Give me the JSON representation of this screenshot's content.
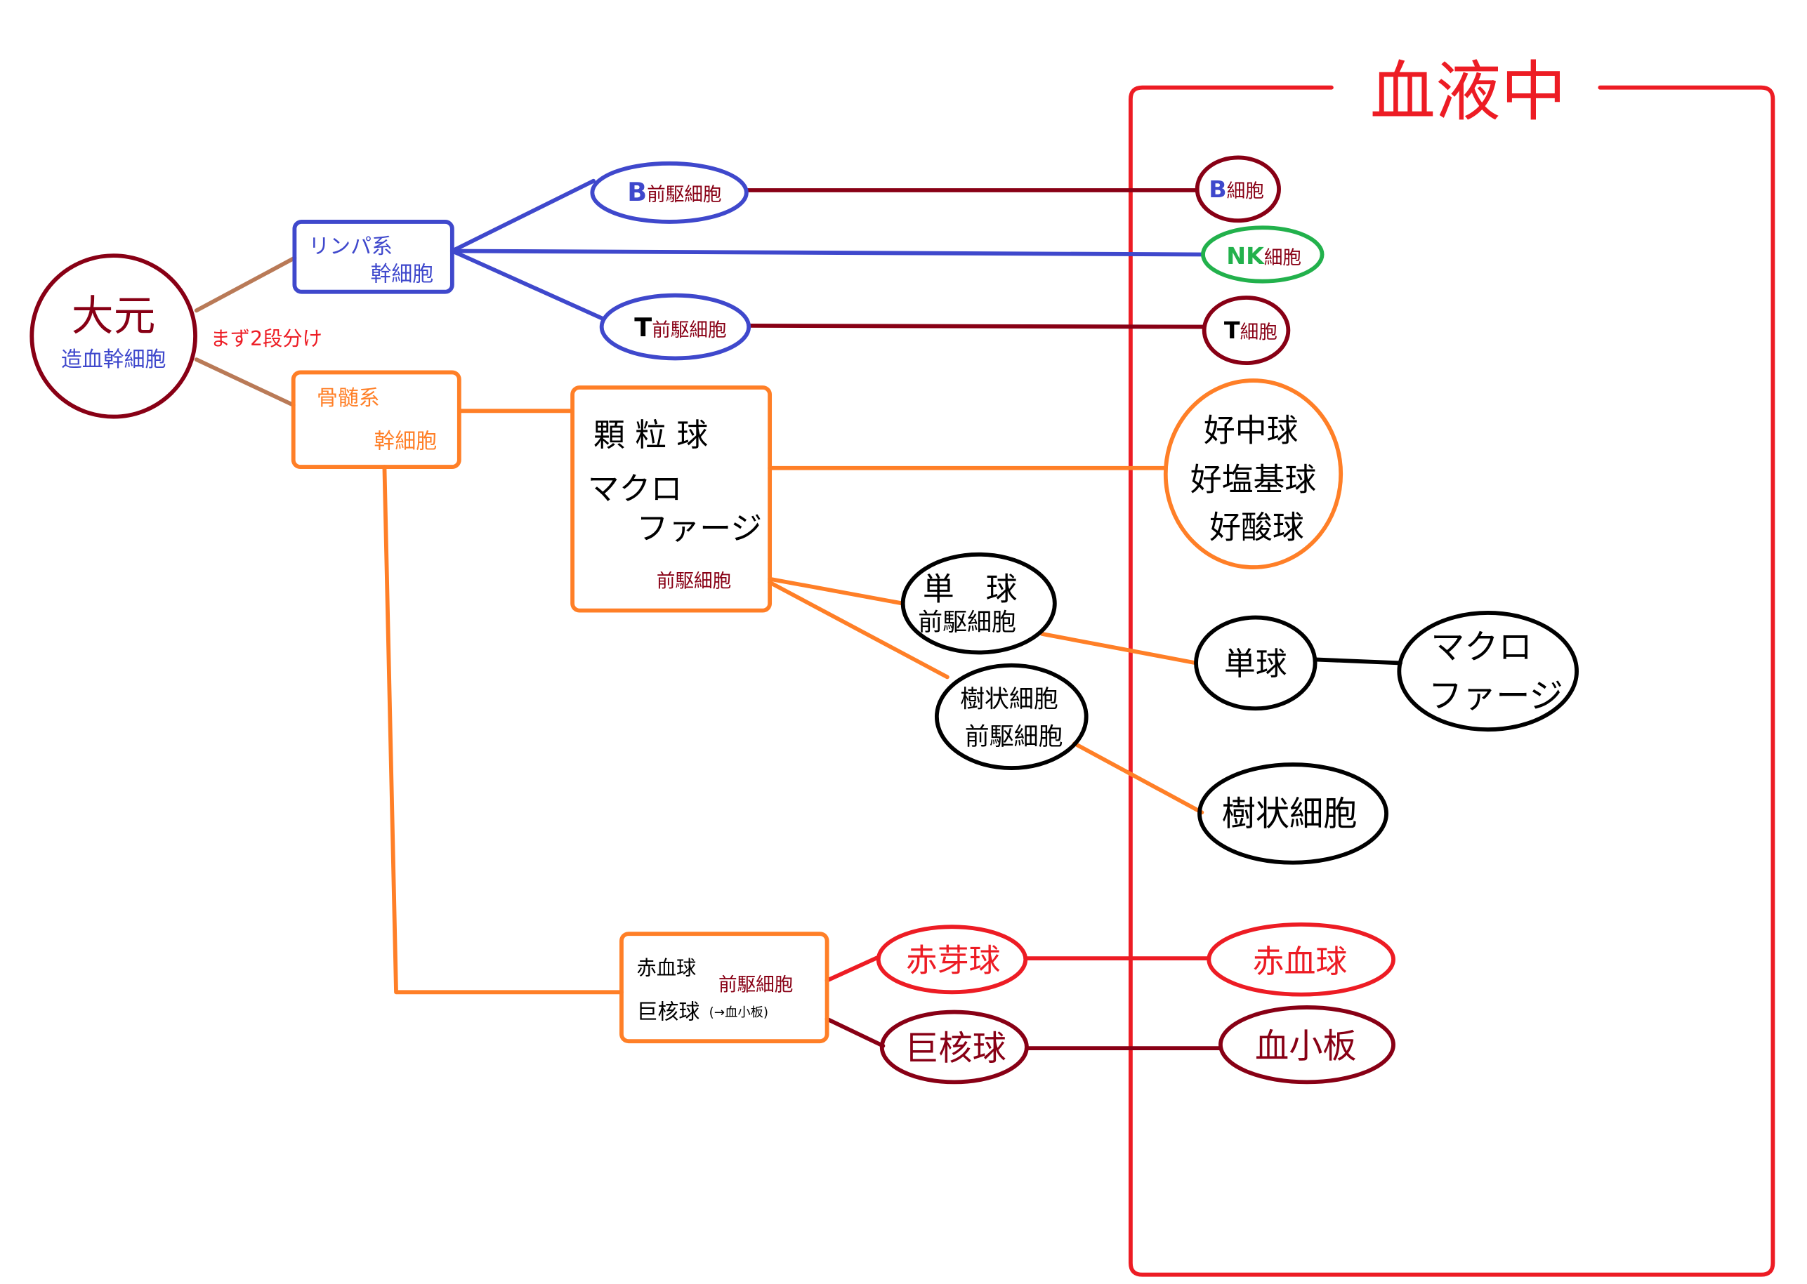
{
  "colors": {
    "blue": "#3f48cc",
    "dark_red": "#880015",
    "red": "#ed1c24",
    "orange": "#ff7f27",
    "brown": "#b97a57",
    "green": "#22b14c",
    "black": "#000000"
  },
  "blood": {
    "title": "血液中"
  },
  "root": {
    "title": "大元",
    "subtitle": "造血幹細胞",
    "note": "まず2段分け"
  },
  "lymphoid": {
    "line1": "リンパ系",
    "line2": "幹細胞"
  },
  "b_progenitor": {
    "letter": "B",
    "label": "前駆細胞"
  },
  "b_cell": {
    "letter": "B",
    "label": "細胞"
  },
  "nk_cell": {
    "letter": "NK",
    "label": "細胞"
  },
  "t_progenitor": {
    "letter": "T",
    "label": "前駆細胞"
  },
  "t_cell": {
    "letter": "T",
    "label": "細胞"
  },
  "myeloid": {
    "line1": "骨髄系",
    "line2": "幹細胞"
  },
  "granulocyte_progenitor": {
    "line1": "顆 粒 球",
    "line2": "マクロ",
    "line3": "ファージ",
    "line4": "前駆細胞"
  },
  "granulocytes": {
    "neutrophil": "好中球",
    "basophil": "好塩基球",
    "eosinophil": "好酸球"
  },
  "monocyte_progenitor": {
    "line1": "単　球",
    "line2": "前駆細胞"
  },
  "monocyte": {
    "label": "単球"
  },
  "macrophage": {
    "line1": "マクロ",
    "line2": "ファージ"
  },
  "dendritic_progenitor": {
    "line1": "樹状細胞",
    "line2": "前駆細胞"
  },
  "dendritic_cell": {
    "label": "樹状細胞"
  },
  "erythro_mega_progenitor": {
    "line1": "赤血球",
    "line2": "前駆細胞",
    "line3": "巨核球",
    "note": "(→血小板)"
  },
  "erythroblast": {
    "label": "赤芽球"
  },
  "erythrocyte": {
    "label": "赤血球"
  },
  "megakaryocyte": {
    "label": "巨核球"
  },
  "platelet": {
    "label": "血小板"
  }
}
